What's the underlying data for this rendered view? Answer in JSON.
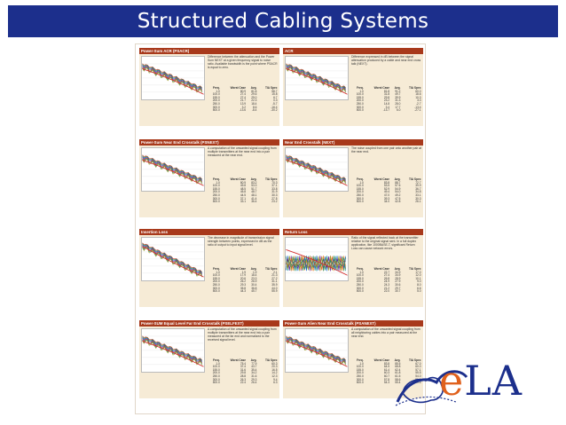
{
  "slide": {
    "title": "Structured Cabling Systems",
    "brand": "ELA",
    "colors": {
      "title_bg": "#1c2f8c",
      "panel_header": "#a8391b",
      "panel_bg": "#f6ebd6",
      "logo_blue": "#1c2f8c",
      "logo_orange": "#e0611d"
    }
  },
  "poster": {
    "panels": [
      {
        "title": "Power-Sum ACR (PSACR)",
        "desc": "Difference between the attenuation and the Power Sum NEXT at a given frequency signal to noise ratio. Available bandwidth is the point where PSACR is equal to zero.",
        "header": [
          "Freq.",
          "Worst Case",
          "Avg.",
          "TIA Spec"
        ],
        "rows": [
          [
            "1.0",
            "80.9",
            "81.8",
            "58.7"
          ],
          [
            "100.0",
            "27.4",
            "29.6",
            "15.8"
          ],
          [
            "155.0",
            "27.4",
            "29.0",
            "6.7"
          ],
          [
            "200.0",
            "21.7",
            "22.3",
            "0.3"
          ],
          [
            "250.0",
            "13.9",
            "18.4",
            "-5.7"
          ],
          [
            "300.0",
            "3.2",
            "8.6",
            "-16.4"
          ],
          [
            "500.0",
            "-13.6",
            "-8.4",
            "-30.2"
          ]
        ]
      },
      {
        "title": "ACR",
        "desc": "Difference expressed in dB between the signal attenuation produced by a cable and near end cross talk (NEXT).",
        "header": [
          "Freq.",
          "Worst Case",
          "Avg.",
          "TIA Spec"
        ],
        "rows": [
          [
            "1.0",
            "81.8",
            "91.2",
            "60.0"
          ],
          [
            "100.0",
            "31.8",
            "49.7",
            "18.6"
          ],
          [
            "155.0",
            "29.8",
            "39.9",
            "10.3"
          ],
          [
            "200.0",
            "23.2",
            "31.3",
            "3.3"
          ],
          [
            "250.0",
            "14.8",
            "28.0",
            "-2.7"
          ],
          [
            "300.0",
            "3.4",
            "17.7",
            "-13.4"
          ],
          [
            "500.0",
            "-13.7",
            "6.0",
            "-27.1"
          ]
        ]
      },
      {
        "title": "Power-Sum Near End Crosstalk (PSNEXT)",
        "desc": "A computation of the unwanted signal coupling from multiple transmitters at the near end into a pair measured at the near end.",
        "header": [
          "Freq.",
          "Worst Case",
          "Avg.",
          "TIA Spec"
        ],
        "rows": [
          [
            "1.0",
            "80.9",
            "83.2",
            "70.3"
          ],
          [
            "100.0",
            "49.8",
            "53.3",
            "37.1"
          ],
          [
            "155.0",
            "48.5",
            "51.7",
            "33.8"
          ],
          [
            "200.0",
            "45.8",
            "48.7",
            "31.9"
          ],
          [
            "250.0",
            "44.5",
            "48.1",
            "30.3"
          ],
          [
            "300.0",
            "37.1",
            "41.4",
            "27.5"
          ],
          [
            "500.0",
            "33.1",
            "36.4",
            "23.2"
          ]
        ]
      },
      {
        "title": "Near End Crosstalk (NEXT)",
        "desc": "The noise coupled from one pair onto another pair at the near end.",
        "header": [
          "Freq.",
          "Worst Case",
          "Avg.",
          "TIA Spec"
        ],
        "rows": [
          [
            "1.0",
            "83.8",
            "88.7",
            "72.7"
          ],
          [
            "100.0",
            "53.5",
            "57.6",
            "39.9"
          ],
          [
            "155.0",
            "52.9",
            "54.9",
            "36.7"
          ],
          [
            "200.0",
            "49.4",
            "54.0",
            "34.8"
          ],
          [
            "250.0",
            "47.0",
            "49.2",
            "33.1"
          ],
          [
            "300.0",
            "39.3",
            "47.5",
            "30.3"
          ],
          [
            "500.0",
            "34.0",
            "42.8",
            "26.1"
          ]
        ]
      },
      {
        "title": "Insertion Loss",
        "desc": "The decrease in magnitude of transmission signal strength between points, expressed in dB as the ratio of output to input signal level.",
        "header": [
          "Freq.",
          "Worst Case",
          "Avg.",
          "TIA Spec"
        ],
        "rows": [
          [
            "1.0",
            "1.9",
            "1.9",
            "2.1"
          ],
          [
            "100.0",
            "17.9",
            "18.4",
            "21.3"
          ],
          [
            "155.0",
            "20.6",
            "23.3",
            "27.2"
          ],
          [
            "200.0",
            "26.2",
            "26.9",
            "31.1"
          ],
          [
            "250.0",
            "29.3",
            "30.4",
            "35.9"
          ],
          [
            "300.0",
            "35.8",
            "36.8",
            "44.0"
          ],
          [
            "500.0",
            "44.3",
            "45.7",
            "55.9"
          ]
        ]
      },
      {
        "title": "Return Loss",
        "desc": "Ratio of the signal reflected back at the transmitter relative to the original signal sent. In a full duplex application, like 1000BASE-T, significant Return Loss can cause network errors.",
        "header": [
          "Freq.",
          "Worst Case",
          "Avg.",
          "TIA Spec"
        ],
        "rows": [
          [
            "1.0",
            "22.7",
            "34.9",
            "17.0"
          ],
          [
            "100.0",
            "27.4",
            "34.9",
            "12.0"
          ],
          [
            "155.0",
            "26.8",
            "28.9",
            "10.1"
          ],
          [
            "200.0",
            "24.9",
            "27.9",
            "9.0"
          ],
          [
            "250.0",
            "24.3",
            "30.6",
            "8.0"
          ],
          [
            "300.0",
            "21.2",
            "29.7",
            "6.6"
          ],
          [
            "500.0",
            "22.0",
            "30.7",
            "5.0"
          ]
        ]
      },
      {
        "title": "Power-SUM Equal Level Far End Crosstalk (PSELFEXT)",
        "desc": "A computation of the unwanted signal coupling from multiple transmitters at the near end into a pair measured at the far end and normalized to the received signal level.",
        "header": [
          "Freq.",
          "Worst Case",
          "Avg.",
          "TIA Spec"
        ],
        "rows": [
          [
            "1.0",
            "75.4",
            "77.9",
            "60.3"
          ],
          [
            "100.0",
            "37.4",
            "43.7",
            "20.3"
          ],
          [
            "155.0",
            "31.6",
            "35.4",
            "16.5"
          ],
          [
            "200.0",
            "29.8",
            "34.2",
            "14.2"
          ],
          [
            "250.0",
            "28.8",
            "31.6",
            "12.3"
          ],
          [
            "300.0",
            "26.3",
            "29.3",
            "9.4"
          ],
          [
            "500.0",
            "22.4",
            "26.4",
            "6.3"
          ]
        ]
      },
      {
        "title": "Power-Sum Alien Near End Crosstalk (PSANEXT)",
        "desc": "A computation of the unwanted signal coupling from all neighboring cables into a pair measured at the near end.",
        "header": [
          "Freq.",
          "Worst Case",
          "Avg.",
          "TIA Spec"
        ],
        "rows": [
          [
            "1.0",
            "83.8",
            "85.5",
            "67.0"
          ],
          [
            "100.0",
            "64.5",
            "68.8",
            "60.0"
          ],
          [
            "155.0",
            "61.4",
            "62.4",
            "57.1"
          ],
          [
            "200.0",
            "60.3",
            "61.8",
            "55.5"
          ],
          [
            "250.0",
            "60.7",
            "61.5",
            "54.0"
          ],
          [
            "300.0",
            "57.8",
            "58.6",
            "51.8"
          ],
          [
            "500.0",
            "54.3",
            "55.4",
            "49.5"
          ]
        ]
      }
    ]
  }
}
